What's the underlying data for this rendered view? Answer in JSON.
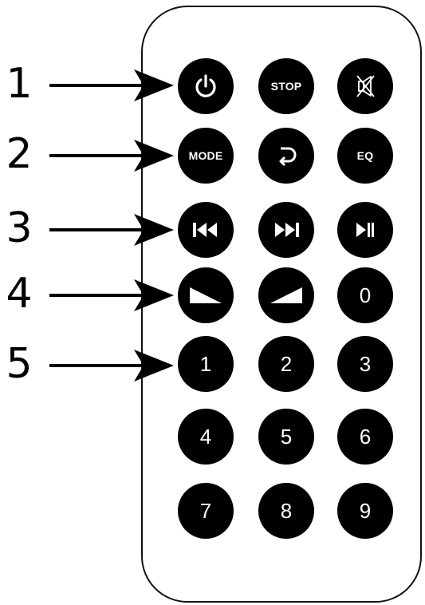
{
  "callouts": [
    "1",
    "2",
    "3",
    "4",
    "5"
  ],
  "buttons": {
    "power": {
      "icon": "power-icon"
    },
    "stop": {
      "label": "STOP"
    },
    "mute": {
      "icon": "mute-icon"
    },
    "mode": {
      "label": "MODE"
    },
    "repeat": {
      "icon": "repeat-icon"
    },
    "eq": {
      "label": "EQ"
    },
    "previous": {
      "icon": "skip-previous-icon"
    },
    "next": {
      "icon": "skip-next-icon"
    },
    "play_pause": {
      "icon": "play-pause-icon"
    },
    "volume_down": {
      "icon": "volume-down-icon"
    },
    "volume_up": {
      "icon": "volume-up-icon"
    },
    "digits": [
      "0",
      "1",
      "2",
      "3",
      "4",
      "5",
      "6",
      "7",
      "8",
      "9"
    ]
  }
}
